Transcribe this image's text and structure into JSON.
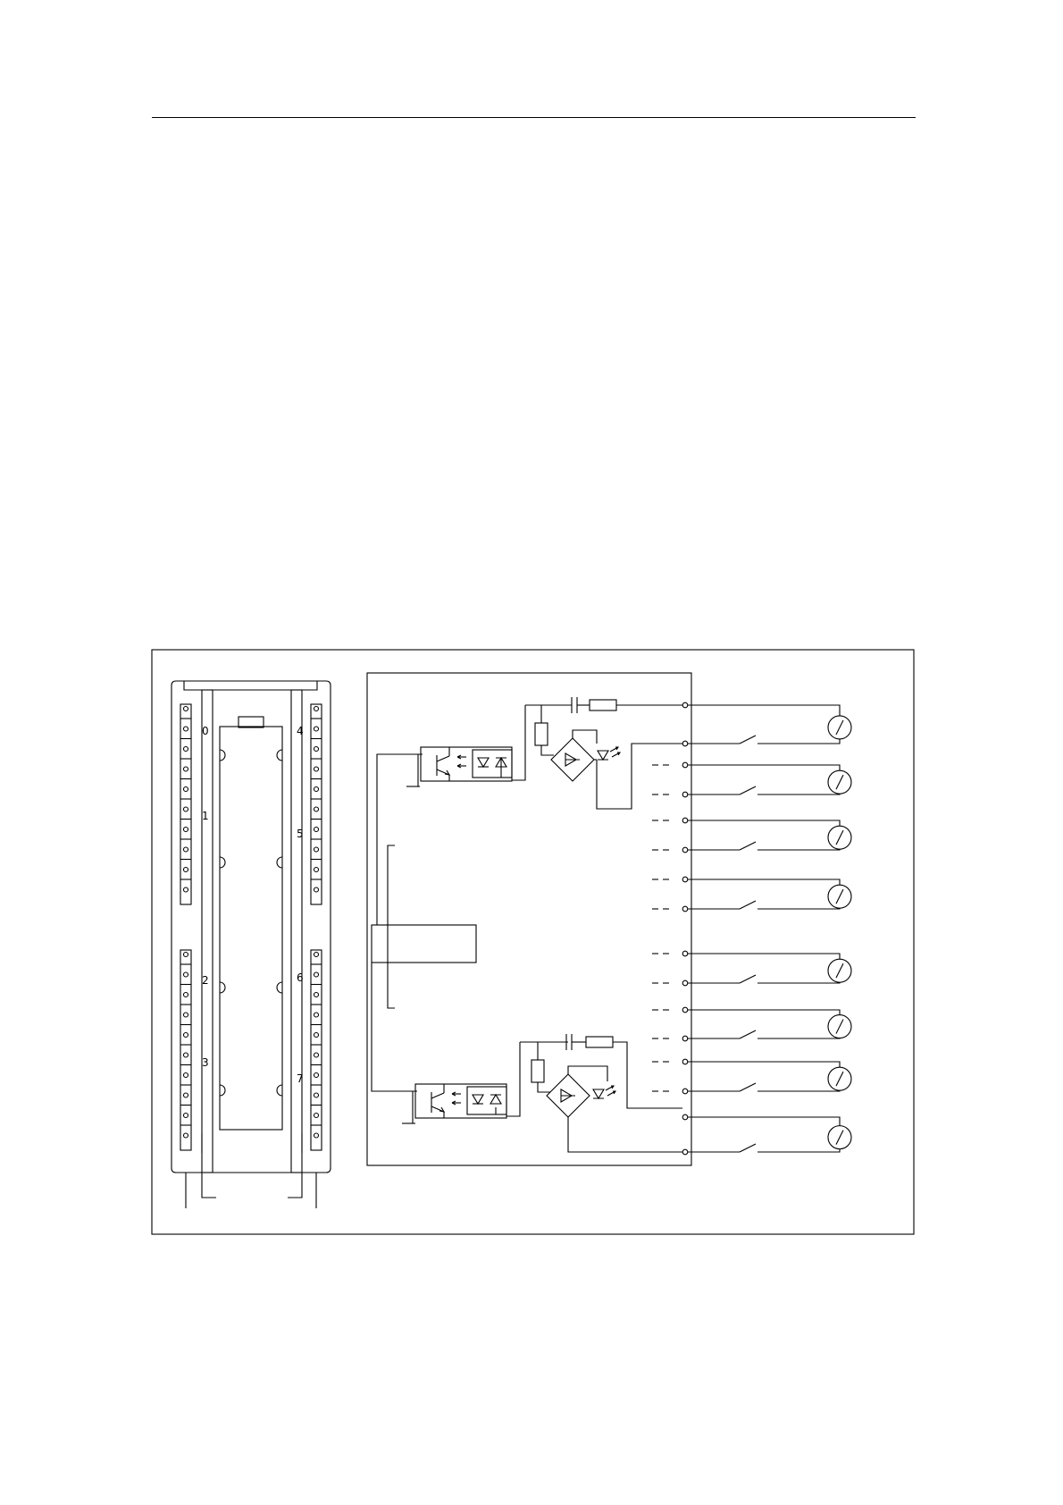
{
  "figure": {
    "group_labels_left": [
      "0",
      "1",
      "2",
      "3"
    ],
    "group_labels_right": [
      "4",
      "5",
      "6",
      "7"
    ],
    "colors": {
      "line": "#000000",
      "background": "#ffffff"
    }
  }
}
